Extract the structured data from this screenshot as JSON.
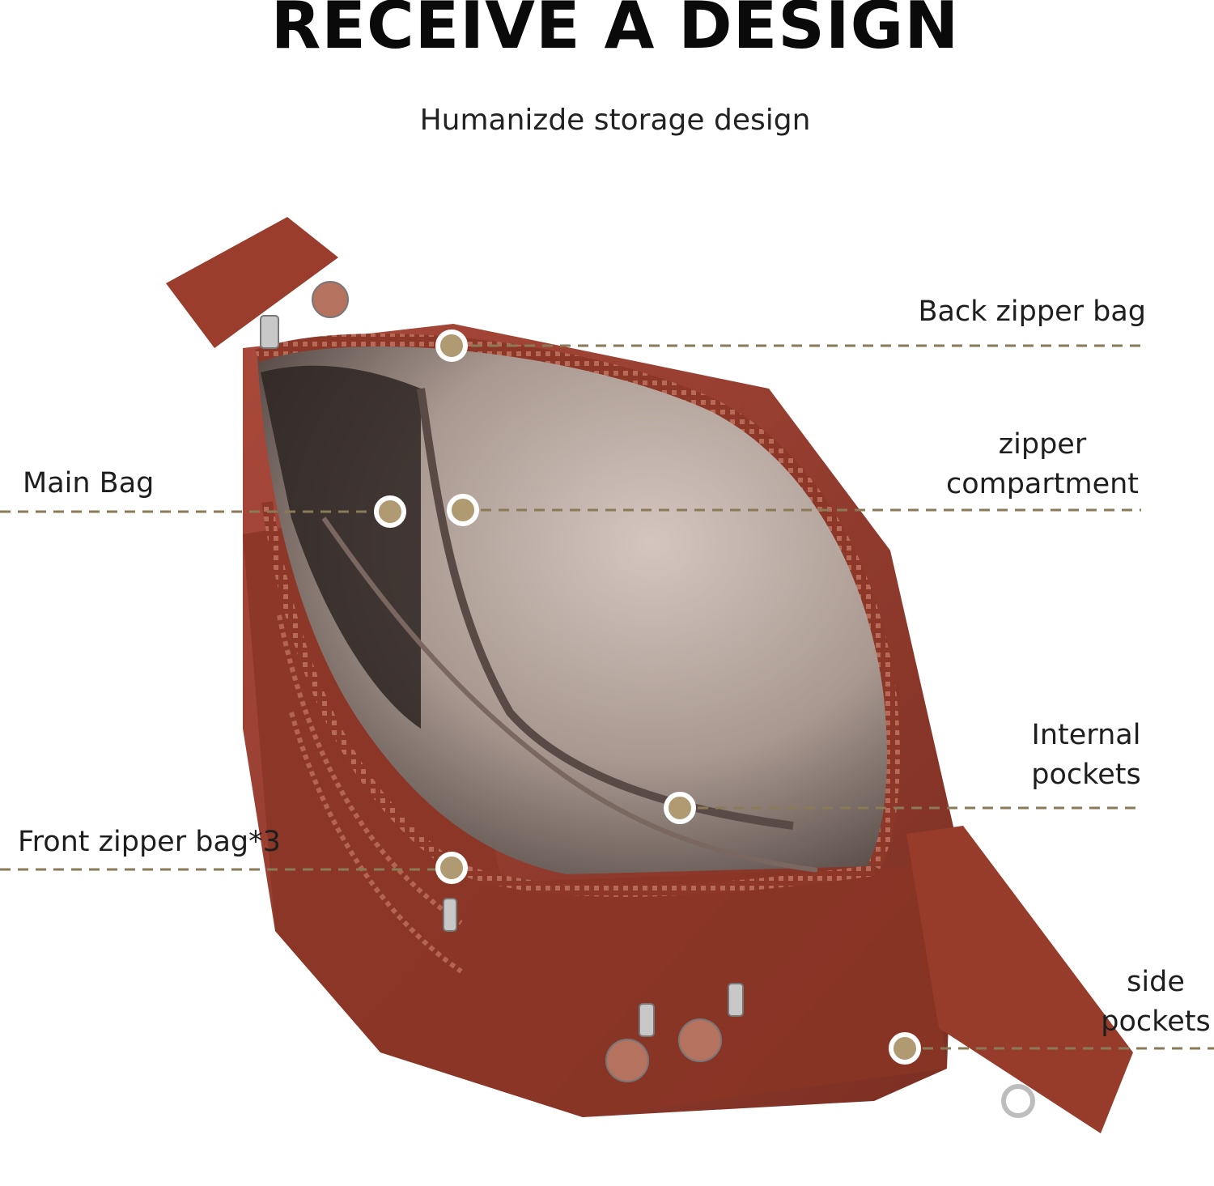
{
  "header": {
    "title": "RECEIVE A DESIGN",
    "subtitle": "Humanizde storage design"
  },
  "callouts": {
    "back_zipper_bag": "Back zipper bag",
    "zipper_compartment_line1": "zipper",
    "zipper_compartment_line2": "compartment",
    "main_bag": "Main Bag",
    "internal_pockets_line1": "Internal",
    "internal_pockets_line2": "pockets",
    "front_zipper_bag": "Front zipper bag*3",
    "side_pockets_line1": "side",
    "side_pockets_line2": "pockets"
  },
  "colors": {
    "bag": "#9b3f2e",
    "bag_dark": "#6e2a1f",
    "lining": "#a8978f",
    "lining_light": "#c9bab2",
    "callout_line": "#8a7a57",
    "callout_dot": "#b09a72"
  }
}
